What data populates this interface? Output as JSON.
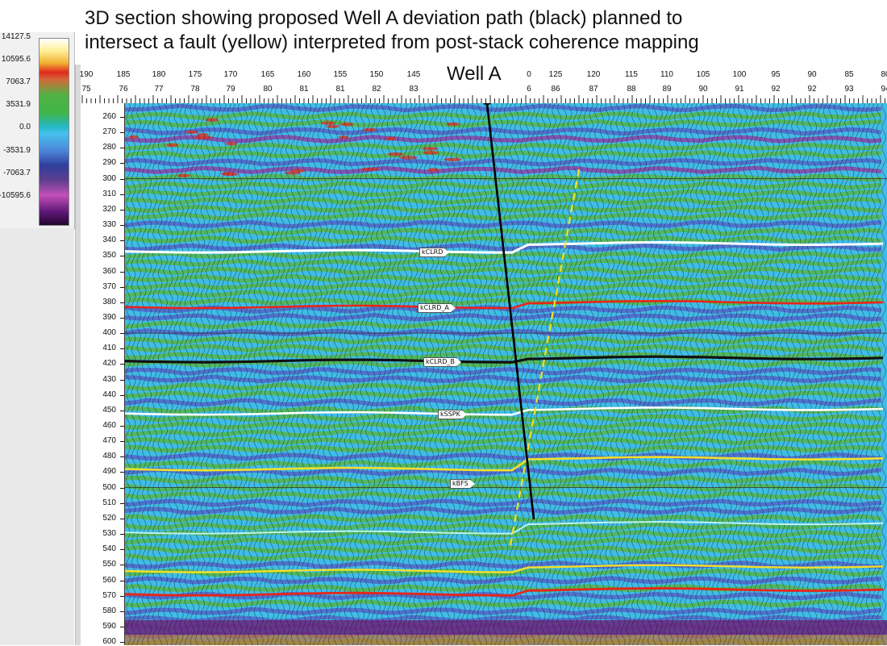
{
  "title": {
    "line1": "3D section showing proposed Well A deviation path (black) planned to",
    "line2": "intersect a fault (yellow) interpreted from post-stack coherence mapping"
  },
  "well_label": "Well A",
  "colorbar": {
    "ticks": [
      "14127.5",
      "10595.6",
      "7063.7",
      "3531.9",
      "0.0",
      "-3531.9",
      "-7063.7",
      "-10595.6"
    ],
    "colors": [
      "#ffffff",
      "#fff2a0",
      "#f2b233",
      "#e02a1c",
      "#53b042",
      "#46c0ee",
      "#2f3f9c",
      "#c24fb8",
      "#23062e"
    ]
  },
  "header": {
    "top_row": [
      "190",
      "185",
      "180",
      "175",
      "170",
      "165",
      "160",
      "155",
      "150",
      "145",
      "0",
      "125",
      "120",
      "115",
      "110",
      "105",
      "100",
      "95",
      "90",
      "85",
      "80"
    ],
    "bottom_row": [
      "75",
      "76",
      "77",
      "78",
      "79",
      "80",
      "81",
      "81",
      "82",
      "83",
      "6",
      "86",
      "87",
      "88",
      "89",
      "90",
      "91",
      "92",
      "92",
      "93",
      "94"
    ]
  },
  "depth_labels": [
    "260",
    "270",
    "280",
    "290",
    "300",
    "310",
    "320",
    "330",
    "340",
    "350",
    "360",
    "370",
    "380",
    "390",
    "400",
    "410",
    "420",
    "430",
    "440",
    "450",
    "460",
    "470",
    "480",
    "490",
    "500",
    "510",
    "520",
    "530",
    "540",
    "550",
    "560",
    "570",
    "580",
    "590",
    "600"
  ],
  "markers": [
    "kCLRD",
    "kCLRD_A",
    "kCLRD_B",
    "kSSPK",
    "kBFS"
  ],
  "horizon_colors": {
    "kCLRD": "#ffffff",
    "kCLRD_A": "#e8251a",
    "kCLRD_B": "#111111",
    "kSSPK": "#ffffff",
    "yellow_horizon": "#f3e028",
    "cyan_horizon": "#bdf3f0",
    "red_horizon": "#e8251a",
    "fault": "#f3e028",
    "well_path": "#000000"
  },
  "colors": {
    "green_peak": "#54b64a",
    "cyan_trough": "#3fbde8",
    "blue_trough": "#5066c9",
    "purple_trough": "#8a44a8"
  }
}
